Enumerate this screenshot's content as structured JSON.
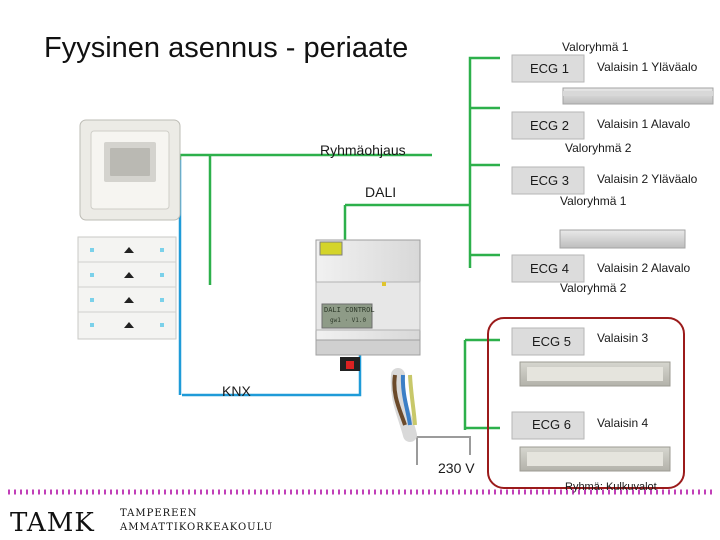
{
  "title": "Fyysinen asennus - periaate",
  "ecgs": [
    {
      "id": "ECG 1",
      "luminaire": "Valaisin 1 Yläväalo"
    },
    {
      "id": "ECG 2",
      "luminaire": "Valaisin 1 Alavalo"
    },
    {
      "id": "ECG 3",
      "luminaire": "Valaisin 2 Yläväalo"
    },
    {
      "id": "ECG 4",
      "luminaire": "Valaisin 2 Alavalo"
    },
    {
      "id": "ECG 5",
      "luminaire": "Valaisin 3"
    },
    {
      "id": "ECG 6",
      "luminaire": "Valaisin 4"
    }
  ],
  "groups": [
    "Valoryhmä 1",
    "Valoryhmä 2",
    "Valoryhmä 1",
    "Valoryhmä 2"
  ],
  "labels": {
    "group_control": "Ryhmäohjaus",
    "dali": "DALI",
    "knx": "KNX",
    "voltage": "230 V",
    "room_group": "Ryhmä: Kulkuvalot"
  },
  "device": {
    "display_text": "DALI CONTROL",
    "display_sub": "gw1 · V1.0"
  },
  "logo": {
    "mark": "TAMK",
    "line1": "TAMPEREEN",
    "line2": "AMMATTIKORKEAKOULU"
  },
  "colors": {
    "dali_line": "#2db04b",
    "knx_line": "#1f9bd8",
    "room_border": "#9b1b1b",
    "footer_dots": "#c13fb8"
  }
}
